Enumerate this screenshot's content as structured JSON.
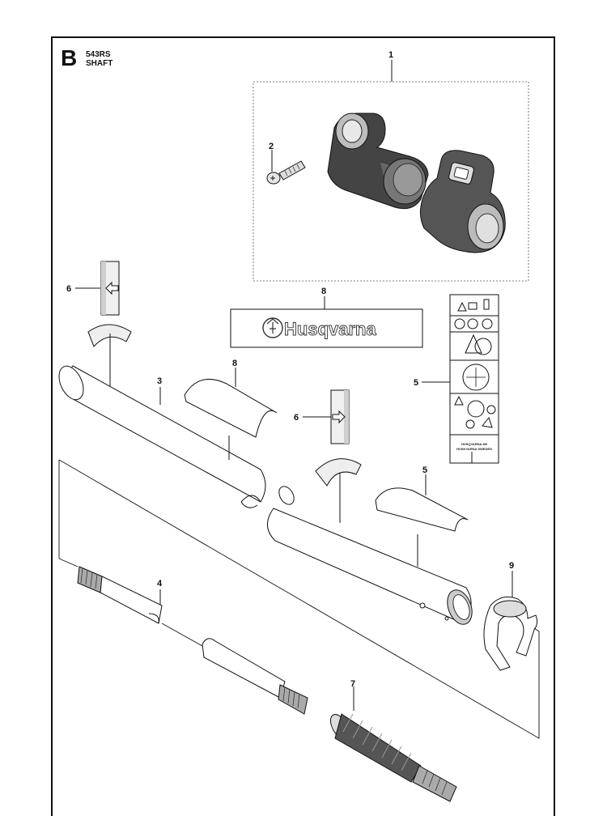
{
  "header": {
    "section_letter": "B",
    "model": "543RS",
    "title": "SHAFT"
  },
  "callouts": {
    "c1": "1",
    "c2": "2",
    "c3": "3",
    "c4": "4",
    "c5a": "5",
    "c5b": "5",
    "c6a": "6",
    "c6b": "6",
    "c7": "7",
    "c8a": "8",
    "c8b": "8",
    "c9": "9"
  },
  "brand_plate": {
    "text": "Husqvarna"
  },
  "warning_decal": {
    "footer_line1": "HUSQVARNA AB",
    "footer_line2": "HUSKVARNA SWEDEN"
  }
}
